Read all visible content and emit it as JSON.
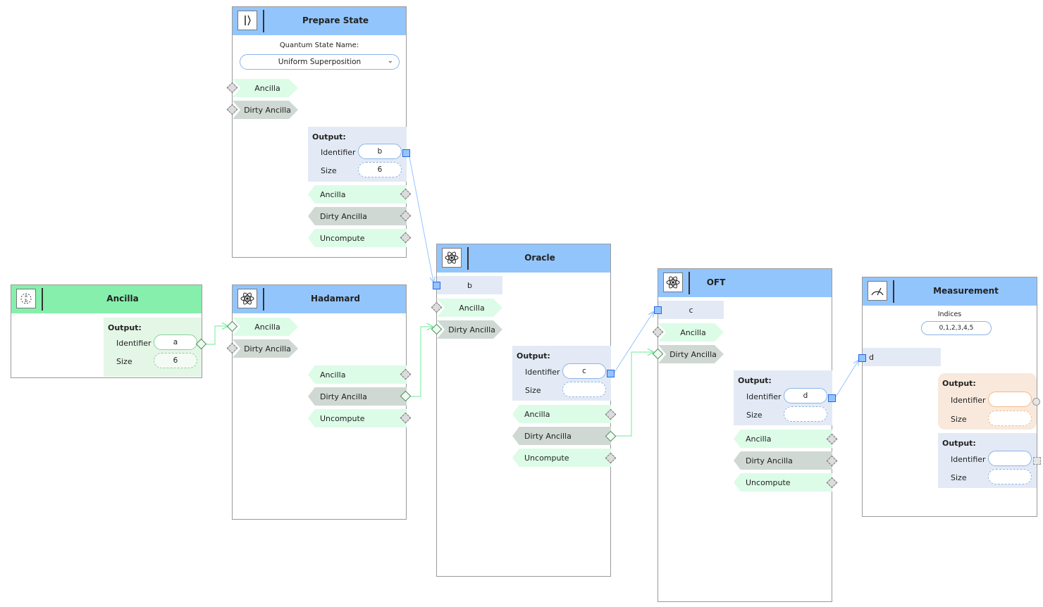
{
  "colors": {
    "header_blue": "#93c5fd",
    "header_green": "#86efac",
    "edge_blue": "#93c5fd",
    "edge_green": "#86efac"
  },
  "nodes": {
    "prepare": {
      "title": "Prepare State",
      "icon": "ket-icon",
      "field_label": "Quantum State Name:",
      "selected": "Uniform Superposition",
      "inputs": [
        "Ancilla",
        "Dirty Ancilla"
      ],
      "output": {
        "title": "Output:",
        "identifier_label": "Identifier",
        "identifier": "b",
        "size_label": "Size",
        "size": "6"
      },
      "outputs": [
        "Ancilla",
        "Dirty Ancilla",
        "Uncompute"
      ]
    },
    "ancilla": {
      "title": "Ancilla",
      "icon": "ancilla-icon",
      "output": {
        "title": "Output:",
        "identifier_label": "Identifier",
        "identifier": "a",
        "size_label": "Size",
        "size": "6"
      }
    },
    "hadamard": {
      "title": "Hadamard",
      "icon": "atom-icon",
      "inputs": [
        "Ancilla",
        "Dirty Ancilla"
      ],
      "outputs": [
        "Ancilla",
        "Dirty Ancilla",
        "Uncompute"
      ]
    },
    "oracle": {
      "title": "Oracle",
      "icon": "atom-icon",
      "input_label": "b",
      "inputs": [
        "Ancilla",
        "Dirty Ancilla"
      ],
      "output": {
        "title": "Output:",
        "identifier_label": "Identifier",
        "identifier": "c",
        "size_label": "Size",
        "size": ""
      },
      "outputs": [
        "Ancilla",
        "Dirty Ancilla",
        "Uncompute"
      ]
    },
    "qft": {
      "title": "OFT",
      "icon": "atom-icon",
      "input_label": "c",
      "inputs": [
        "Ancilla",
        "Dirty Ancilla"
      ],
      "output": {
        "title": "Output:",
        "identifier_label": "Identifier",
        "identifier": "d",
        "size_label": "Size",
        "size": ""
      },
      "outputs": [
        "Ancilla",
        "Dirty Ancilla",
        "Uncompute"
      ]
    },
    "measurement": {
      "title": "Measurement",
      "icon": "gauge-icon",
      "indices_label": "Indices",
      "indices": "0,1,2,3,4,5",
      "input_label": "d",
      "output1": {
        "title": "Output:",
        "identifier_label": "Identifier",
        "identifier": "",
        "size_label": "Size",
        "size": ""
      },
      "output2": {
        "title": "Output:",
        "identifier_label": "Identifier",
        "identifier": "",
        "size_label": "Size",
        "size": ""
      }
    }
  }
}
